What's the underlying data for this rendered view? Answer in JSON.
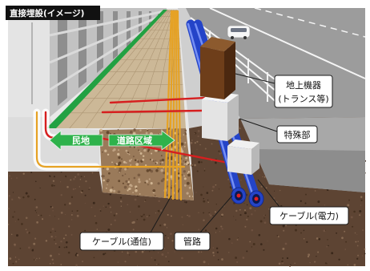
{
  "title": "直接埋設(イメージ)",
  "zones": {
    "private_land": "民地",
    "road_area": "道路区域"
  },
  "callouts": {
    "ground_equipment": {
      "line1": "地上機器",
      "line2": "(トランス等)"
    },
    "special_section": "特殊部",
    "power_cable": "ケーブル(電力)",
    "comm_cable": "ケーブル(通信)",
    "conduit": "管路"
  },
  "colors": {
    "title_background": "#111111",
    "zone_arrow": "#2eb24b",
    "soil": "#5d4433",
    "backfill": "#9a7a5a",
    "power_conduit": "#2444c8",
    "power_cable": "#d61f1f",
    "comm_cable": "#e6a224",
    "ground_equipment": "#6e3e1a",
    "special_section": "#e4e4e4"
  }
}
